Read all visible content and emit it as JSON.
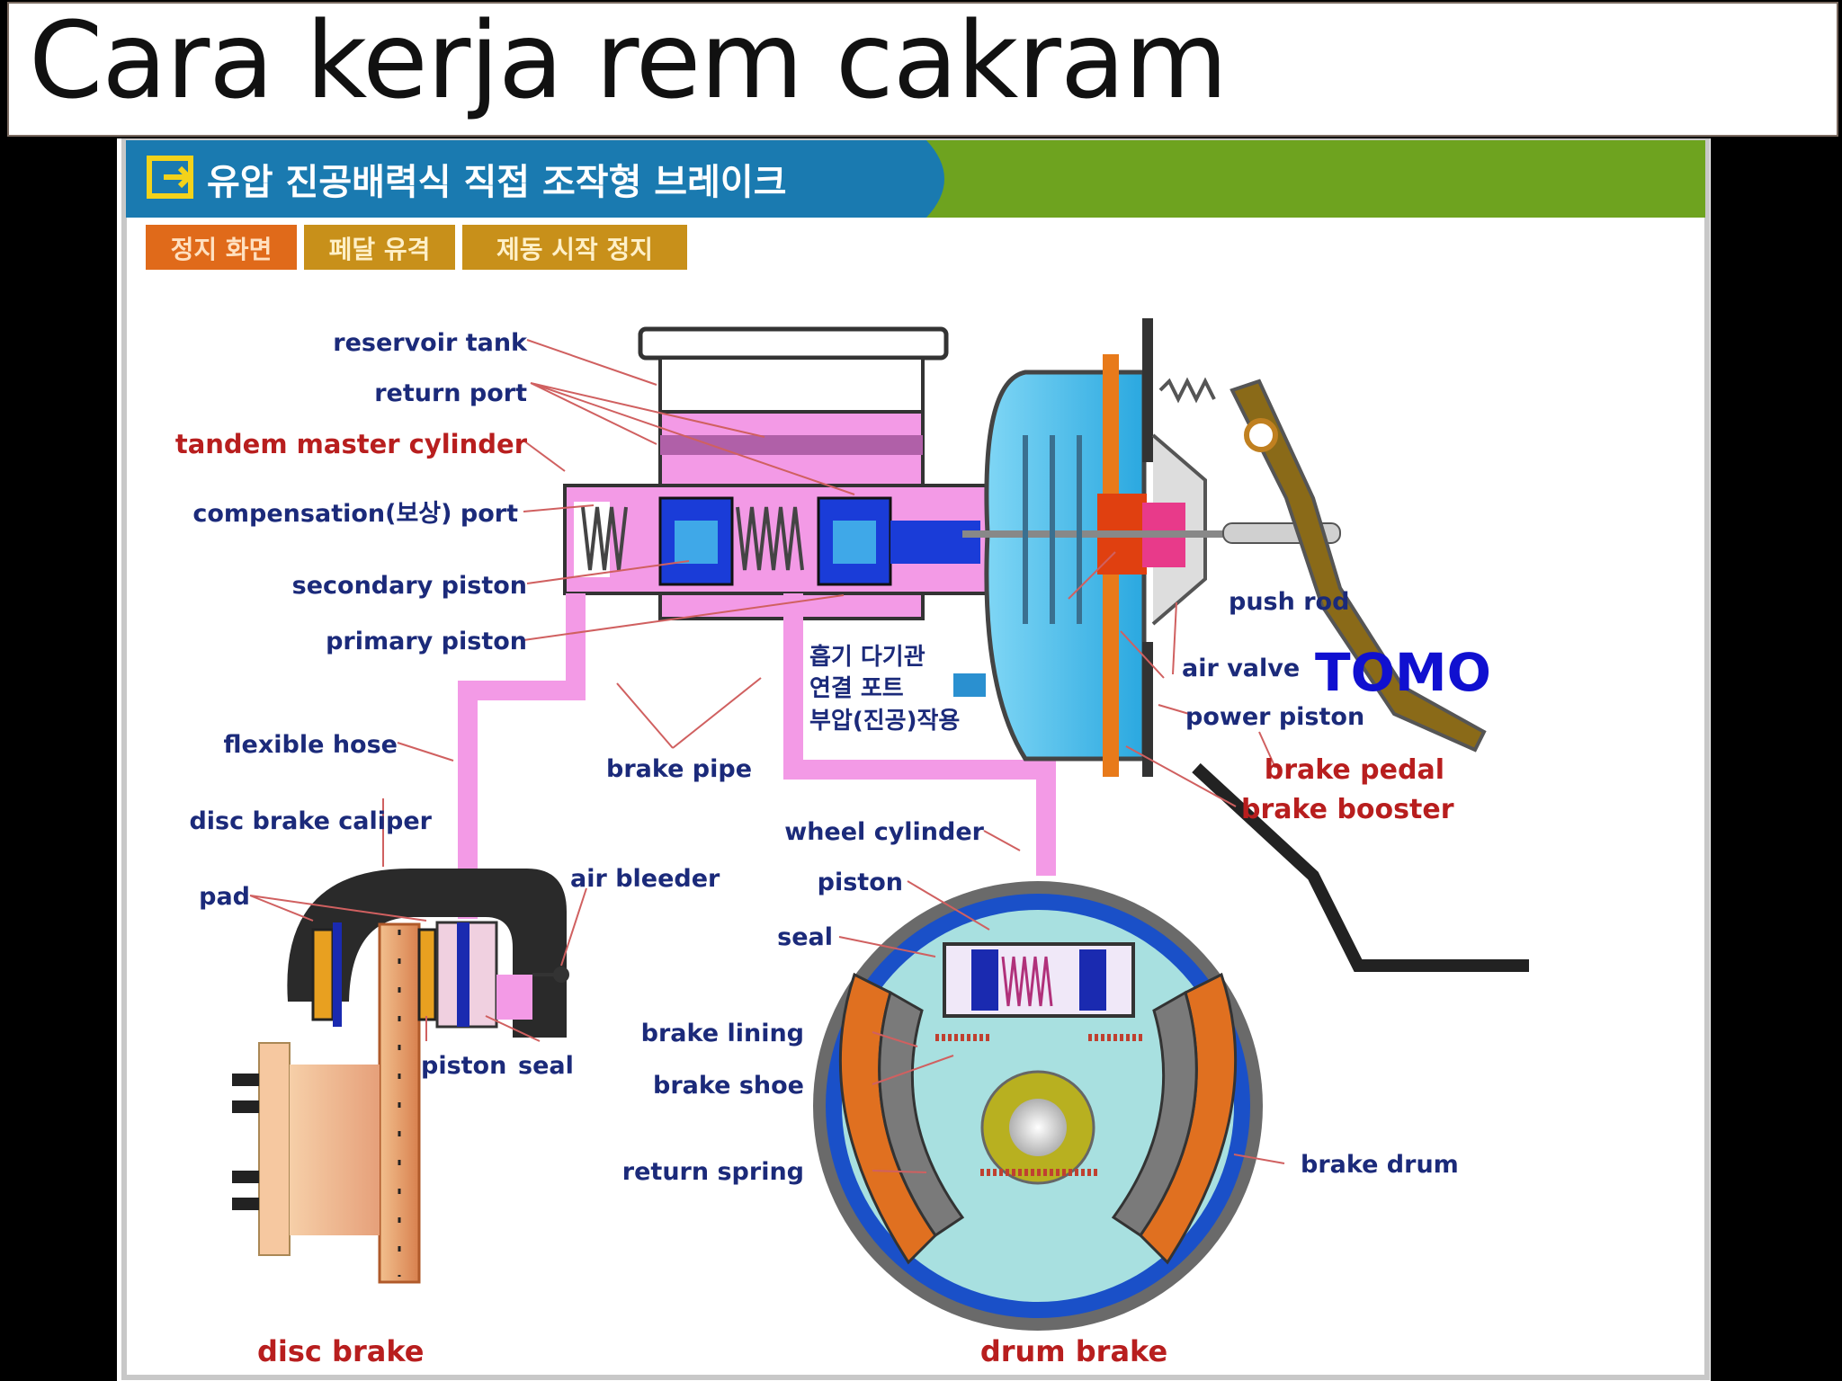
{
  "slide": {
    "title": "Cara kerja rem cakram"
  },
  "header": {
    "title": "유압 진공배력식 직접 조작형 브레이크",
    "tabs": [
      "정지 화면",
      "페달 유격",
      "제동 시작 정지"
    ],
    "colors": {
      "blue_bar": "#1a7ab0",
      "green_bar": "#6ea31f",
      "tab_orange": "#e06a1a",
      "tab_gold": "#c8901a"
    }
  },
  "labels": {
    "reservoir_tank": "reservoir tank",
    "return_port": "return port",
    "tandem_master_cylinder": "tandem master cylinder",
    "compensation_port": "compensation(보상) port",
    "secondary_piston": "secondary piston",
    "primary_piston": "primary piston",
    "flexible_hose": "flexible hose",
    "disc_brake_caliper": "disc brake caliper",
    "pad": "pad",
    "air_bleeder": "air bleeder",
    "piston": "piston",
    "seal": "seal",
    "brake_pipe": "brake pipe",
    "intake_line_1": "흡기 다기관",
    "intake_line_2": "연결 포트",
    "intake_line_3": "부압(진공)작용",
    "wheel_cylinder": "wheel cylinder",
    "drum_piston": "piston",
    "drum_seal": "seal",
    "brake_lining": "brake lining",
    "brake_shoe": "brake shoe",
    "return_spring": "return spring",
    "brake_drum": "brake drum",
    "push_rod": "push rod",
    "air_valve": "air valve",
    "power_piston": "power piston",
    "brake_pedal": "brake pedal",
    "brake_booster": "brake booster",
    "disc_brake": "disc brake",
    "drum_brake": "drum brake",
    "logo": "TOMO"
  },
  "colors": {
    "label_blue": "#1b2a7a",
    "label_red": "#b81e1e",
    "fluid_pink": "#f39ae6",
    "booster_cyan": "#38b6e8",
    "pedal_olive": "#8a6a18",
    "logo_blue": "#1010d0"
  }
}
